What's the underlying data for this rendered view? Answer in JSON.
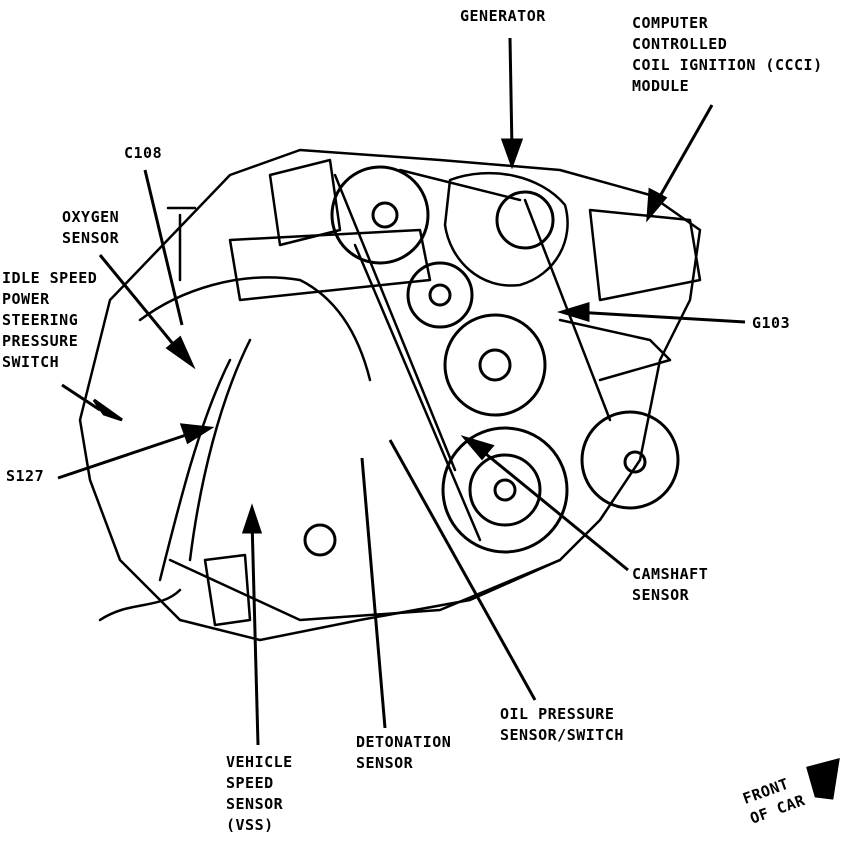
{
  "labels": {
    "generator": "GENERATOR",
    "ccci": "COMPUTER\nCONTROLLED\nCOIL IGNITION (CCCI)\nMODULE",
    "c108": "C108",
    "oxygen": "OXYGEN\nSENSOR",
    "idle": "IDLE SPEED\nPOWER\nSTEERING\nPRESSURE\nSWITCH",
    "g103": "G103",
    "s127": "S127",
    "camshaft": "CAMSHAFT\nSENSOR",
    "oil": "OIL PRESSURE\nSENSOR/SWITCH",
    "detonation": "DETONATION\nSENSOR",
    "vss": "VEHICLE\nSPEED\nSENSOR\n(VSS)",
    "front": "FRONT\nOF CAR"
  },
  "colors": {
    "ink": "#000000",
    "paper": "#ffffff"
  }
}
